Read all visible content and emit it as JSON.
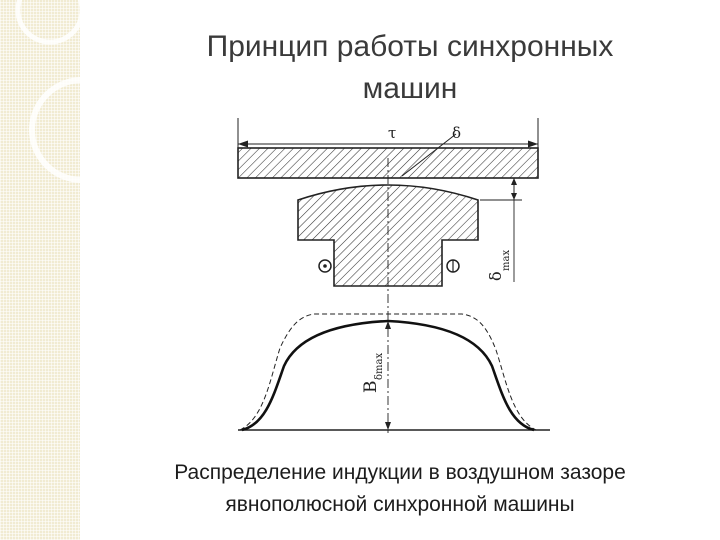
{
  "slide": {
    "title_line1": "Принцип работы синхронных",
    "title_line2": "машин",
    "caption_line1": "Распределение индукции в воздушном зазоре",
    "caption_line2": "явнополюсной синхронной машины"
  },
  "diagram": {
    "label_tau": "τ",
    "label_delta": "δ",
    "label_delta_max": "δ",
    "label_delta_max_sub": "max",
    "label_b": "B",
    "label_b_sub": "δmax"
  },
  "colors": {
    "side_strip": "#f1ebd2",
    "ink": "#222222",
    "title_text": "#3a3a3a"
  }
}
